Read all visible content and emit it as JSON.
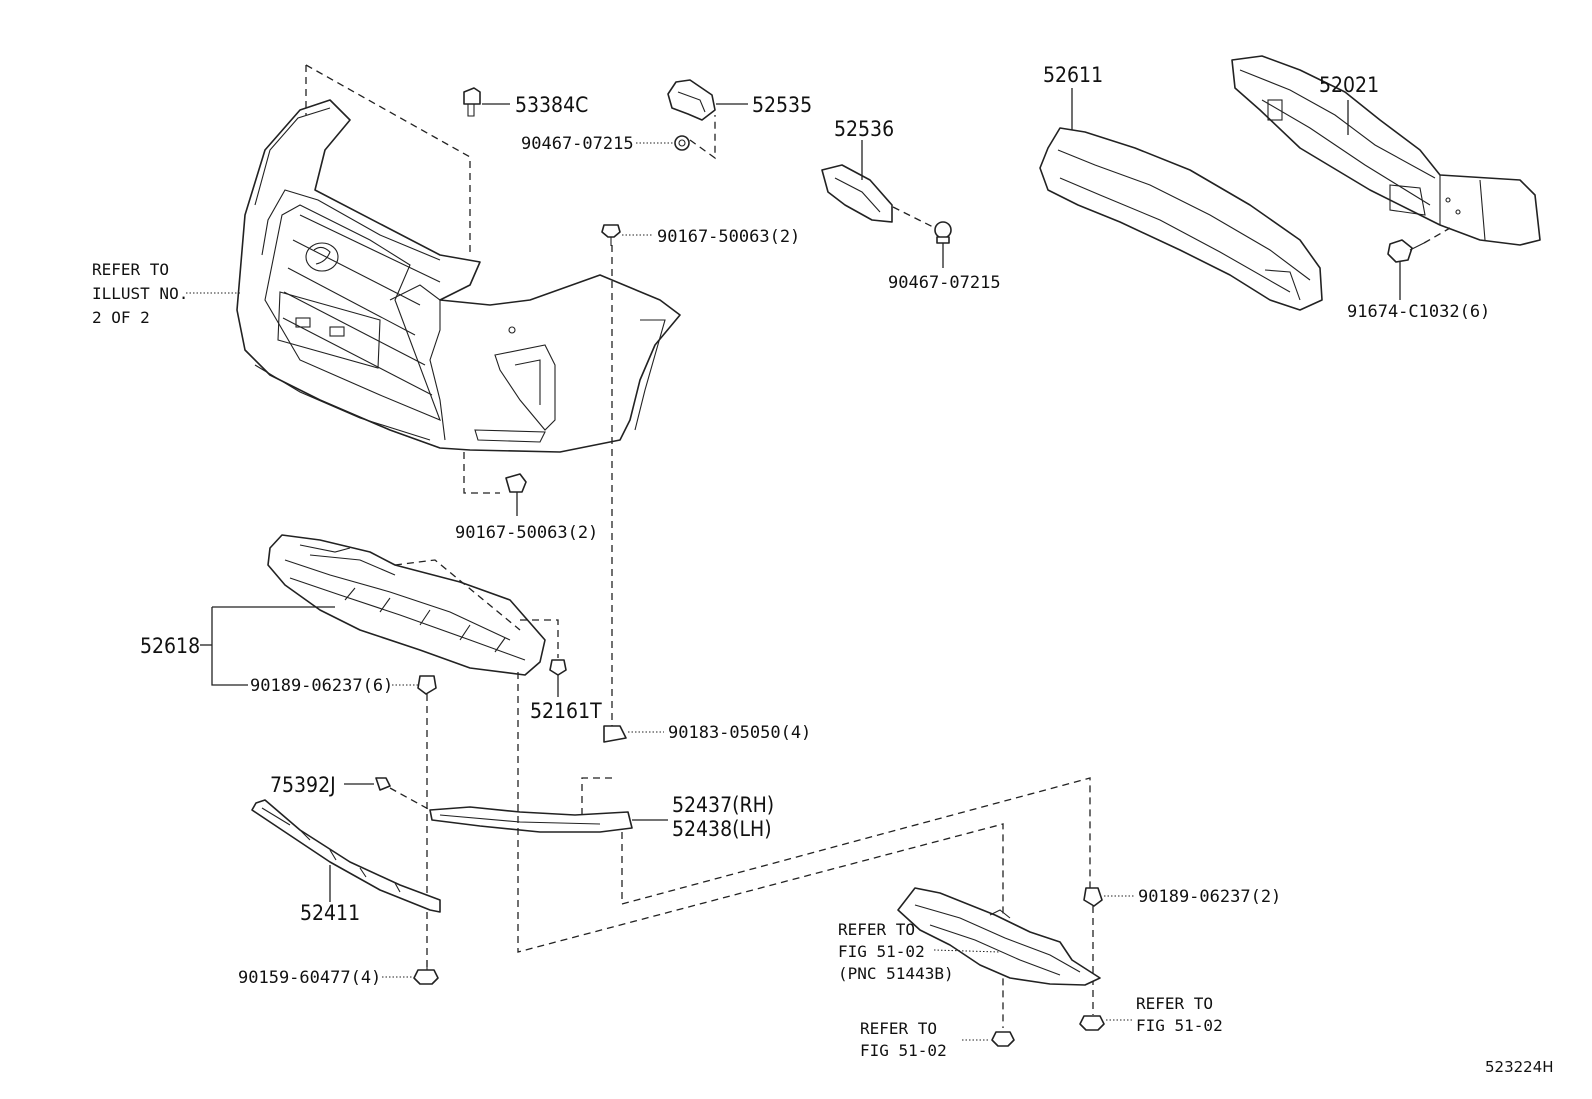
{
  "figure_id": "523224H",
  "refer_main": [
    "REFER TO",
    "ILLUST NO.",
    "2 OF 2"
  ],
  "refer_pnc": [
    "REFER TO",
    "FIG 51-02",
    "(PNC 51443B)"
  ],
  "refer_fig_a": [
    "REFER TO",
    "FIG 51-02"
  ],
  "refer_fig_b": [
    "REFER TO",
    "FIG 51-02"
  ],
  "labels": {
    "p53384C": "53384C",
    "p52535": "52535",
    "p90467_a": "90467-07215",
    "p52536": "52536",
    "p90467_b": "90467-07215",
    "p52611": "52611",
    "p52021": "52021",
    "p91674": "91674-C1032(6)",
    "p90167_a": "90167-50063(2)",
    "p90167_b": "90167-50063(2)",
    "p52618": "52618",
    "p90189_a": "90189-06237(6)",
    "p52161T": "52161T",
    "p90183": "90183-05050(4)",
    "p75392J": "75392J",
    "p52437": "52437(RH)",
    "p52438": "52438(LH)",
    "p52411": "52411",
    "p90159": "90159-60477(4)",
    "p90189_b": "90189-06237(2)"
  }
}
